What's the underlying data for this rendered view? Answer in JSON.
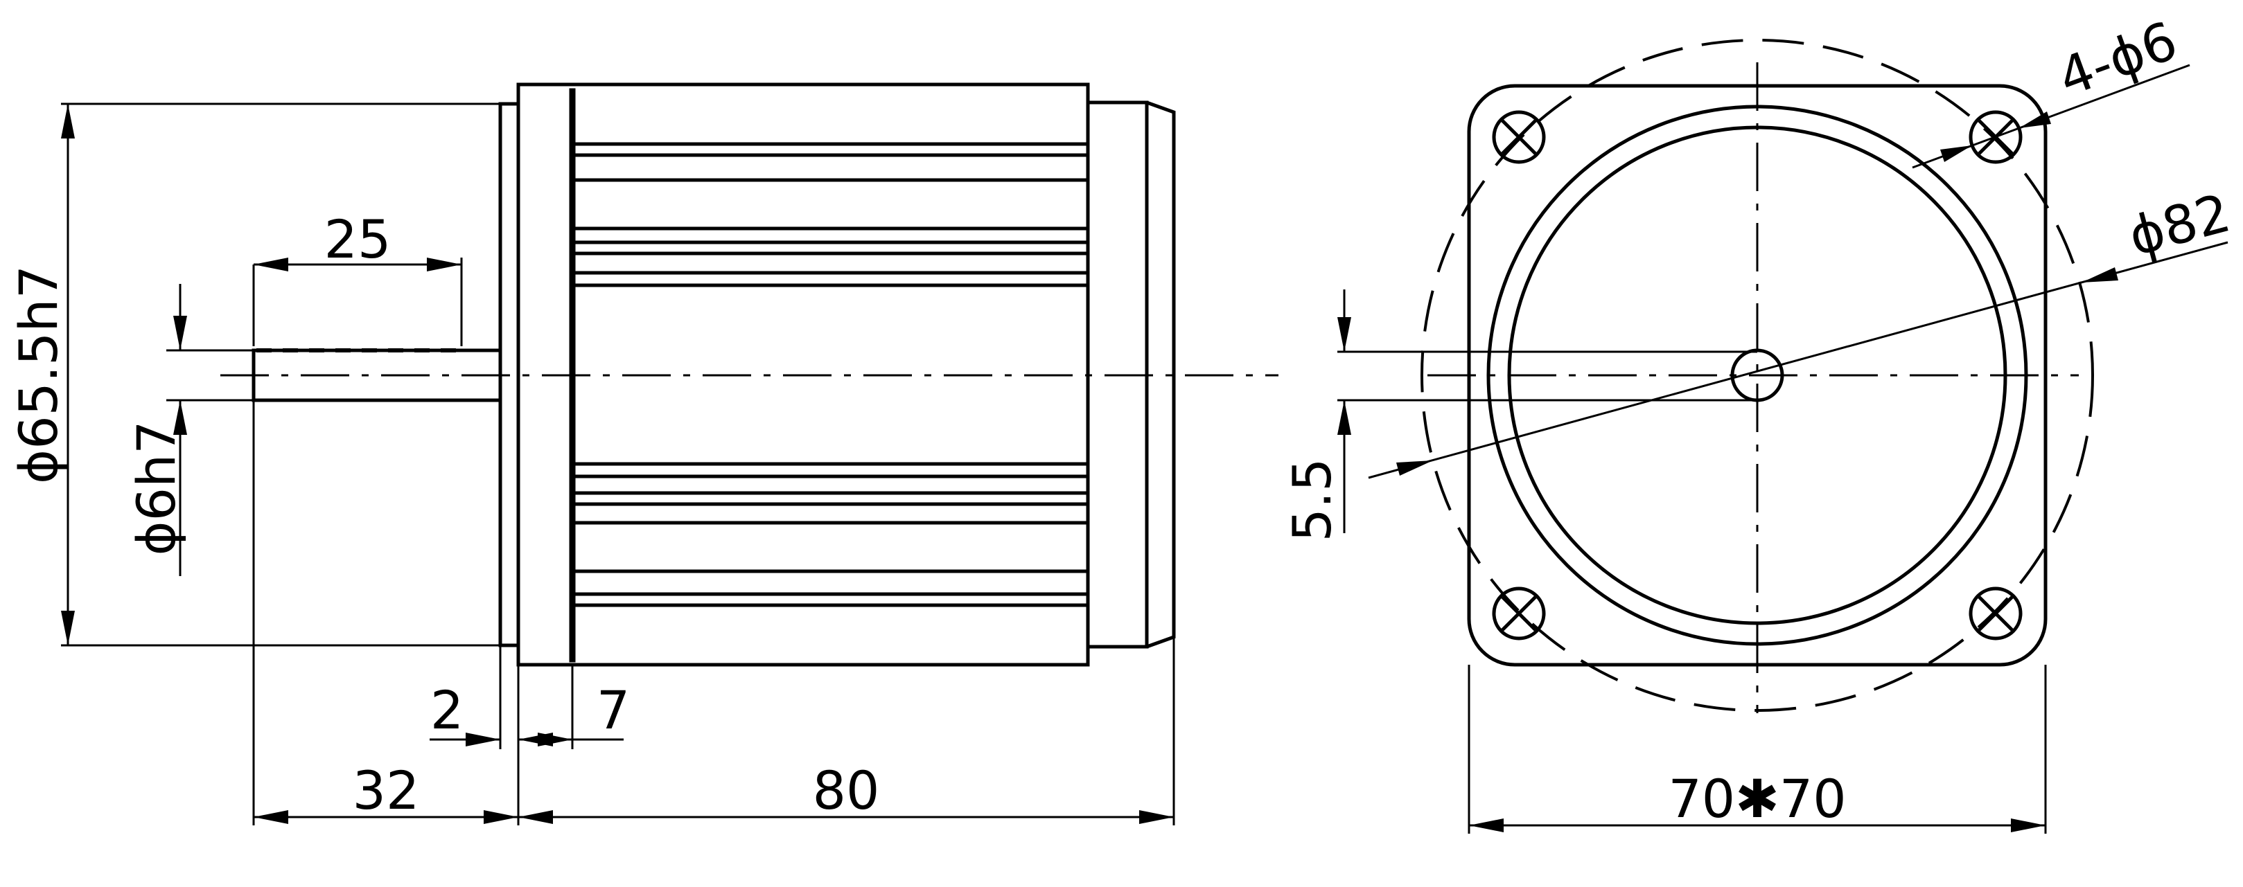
{
  "colors": {
    "line": "#000000",
    "background": "#ffffff"
  },
  "dimensions": {
    "shaft_length": "25",
    "body_diameter": "ϕ65.5h7",
    "shaft_diameter": "ϕ6h7",
    "flange_step": "2",
    "pilot_depth": "7",
    "shaft_projection": "32",
    "body_length": "80",
    "shaft_flat": "5.5",
    "mount_holes": "4-ϕ6",
    "bolt_circle": "ϕ82",
    "flange_size": "70✱70"
  }
}
